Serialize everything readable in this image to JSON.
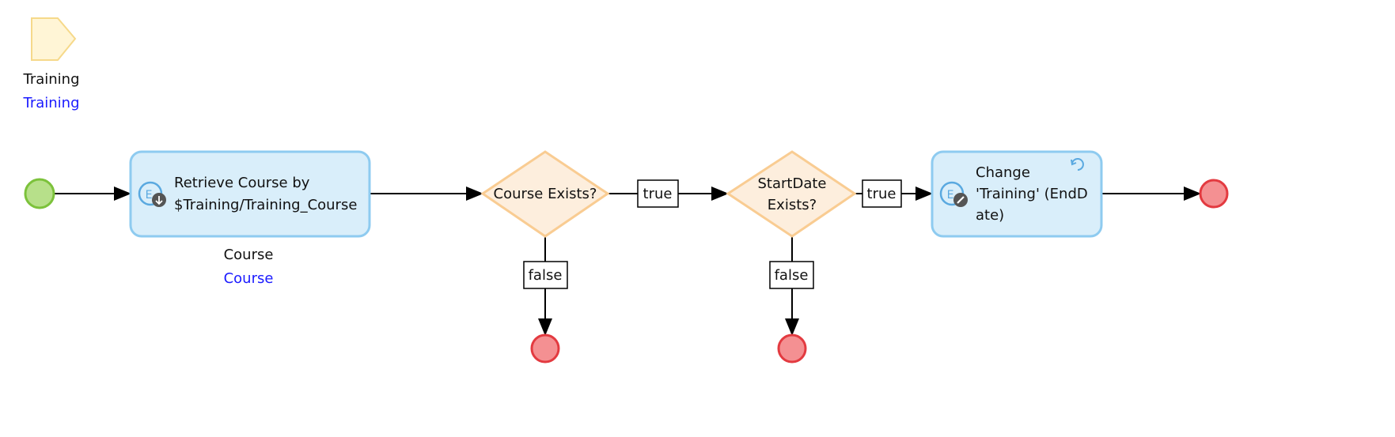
{
  "parameter": {
    "name": "Training",
    "type": "Training",
    "icon": "parameter-pentagon-icon"
  },
  "start_event": {
    "icon": "start-event-circle"
  },
  "activities": {
    "retrieve": {
      "line1": "Retrieve Course by",
      "line2": "$Training/Training_Course",
      "output_name": "Course",
      "output_type": "Course",
      "icon": "retrieve-entity-icon"
    },
    "change": {
      "line1": "Change",
      "line2": "'Training' (EndD",
      "line3": "ate)",
      "icon": "change-object-icon",
      "refresh_icon": "refresh-icon"
    }
  },
  "decisions": {
    "course_exists": {
      "line1": "Course Exists?"
    },
    "startdate_exists": {
      "line1": "StartDate",
      "line2": "Exists?"
    }
  },
  "flow_labels": {
    "course_true": "true",
    "course_false": "false",
    "startdate_true": "true",
    "startdate_false": "false"
  },
  "end_events": {
    "icon": "end-event-circle"
  },
  "colors": {
    "activity_fill": "#d9eefa",
    "activity_stroke": "#8ecbf0",
    "decision_fill": "#fdeedd",
    "decision_stroke": "#f9cc92",
    "start_fill": "#b7e08a",
    "start_stroke": "#7cc23b",
    "end_fill": "#f49092",
    "end_stroke": "#e33a40",
    "parameter_fill": "#fff5d6",
    "parameter_stroke": "#f6d98a",
    "line": "#000000",
    "output_type_text": "#1a1aff"
  }
}
